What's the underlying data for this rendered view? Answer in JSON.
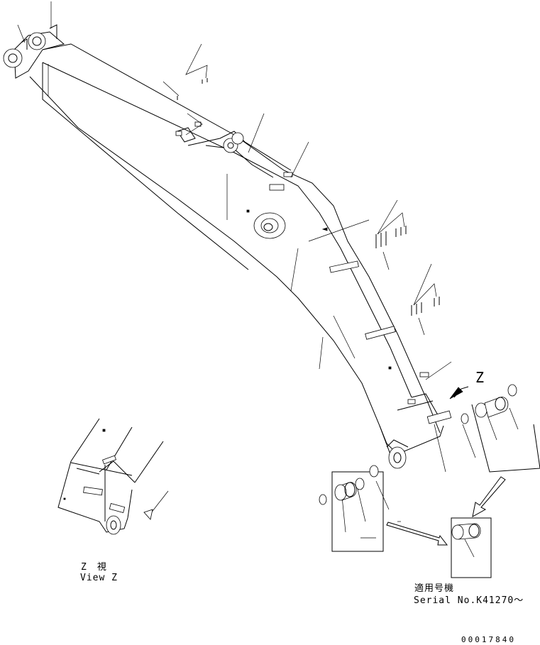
{
  "view_letter": "Z",
  "view_caption_jp": "Z　視",
  "view_caption_en": "View Z",
  "serial_label_jp": "適用号機",
  "serial_label_en": "Serial No.K41270～",
  "drawing_number": "00017840"
}
